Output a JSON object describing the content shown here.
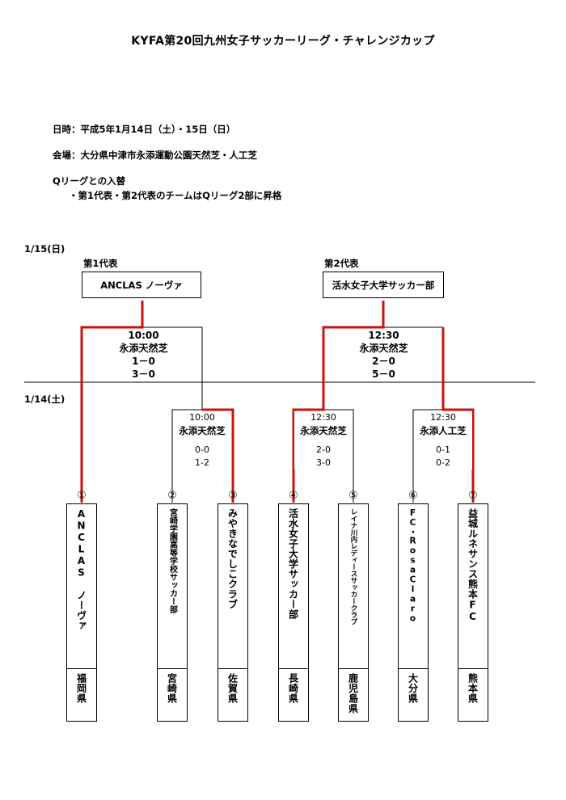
{
  "title": "KYFA第20回九州女子サッカーリーグ・チャレンジカップ",
  "info": {
    "date": "日時：平成5年1月14日（土）・15日（日）",
    "venue": "会場：大分県中津市永添運動公園天然芝・人工芝",
    "qleague_title": "Qリーグとの入替",
    "qleague_note": "・第1代表・第2代表のチームはQリーグ2部に昇格"
  },
  "day2_label": "1/15(日)",
  "day1_label": "1/14(土)",
  "reps": [
    {
      "label": "第1代表",
      "team": "ANCLAS ノーヴァ"
    },
    {
      "label": "第2代表",
      "team": "活水女子大学サッカー部"
    }
  ],
  "final_matches": [
    {
      "time": "10:00",
      "venue": "永添天然芝",
      "score1": "1－0",
      "score2": "3－0"
    },
    {
      "time": "12:30",
      "venue": "永添天然芝",
      "score1": "2－0",
      "score2": "5－0"
    }
  ],
  "first_matches": [
    {
      "time": "10:00",
      "venue": "永添天然芝",
      "score1": "0-0",
      "score2": "1-2"
    },
    {
      "time": "12:30",
      "venue": "永添天然芝",
      "score1": "2-0",
      "score2": "3-0"
    },
    {
      "time": "12:30",
      "venue": "永添人工芝",
      "score1": "0-1",
      "score2": "0-2"
    }
  ],
  "teams": [
    {
      "num": "①",
      "name": "ANCLAS ノーヴァ",
      "pref": "福岡県"
    },
    {
      "num": "②",
      "name": "宮崎学園高等学校サッカー部",
      "pref": "宮崎県"
    },
    {
      "num": "③",
      "name": "みやきなでしこクラブ",
      "pref": "佐賀県"
    },
    {
      "num": "④",
      "name": "活水女子大学サッカー部",
      "pref": "長崎県"
    },
    {
      "num": "⑤",
      "name": "レイナ川内レディースサッカークラブ",
      "pref": "鹿児島県"
    },
    {
      "num": "⑥",
      "name": "FC・RosaClaro",
      "pref": "大分県"
    },
    {
      "num": "⑦",
      "name": "益城ルネサンス熊本FC",
      "pref": "熊本県"
    }
  ],
  "colors": {
    "winner_line": "#cc1111",
    "line": "#000000"
  }
}
